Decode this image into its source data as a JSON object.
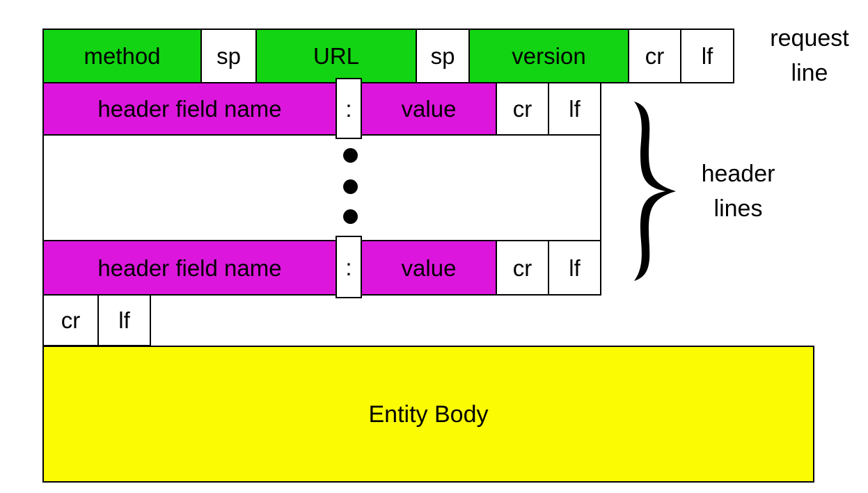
{
  "colors": {
    "green": "#12d412",
    "magenta": "#dc16dc",
    "yellow": "#fbfb04",
    "border": "#000000"
  },
  "request_line": {
    "method": "method",
    "sp1": "sp",
    "url": "URL",
    "sp2": "sp",
    "version": "version",
    "cr": "cr",
    "lf": "lf"
  },
  "header_line": {
    "field_name": "header field name",
    "colon": ":",
    "value": "value",
    "cr": "cr",
    "lf": "lf"
  },
  "blank_line": {
    "cr": "cr",
    "lf": "lf"
  },
  "entity_body": {
    "label": "Entity Body"
  },
  "annotations": {
    "request_line": [
      "request",
      "line"
    ],
    "header_lines": [
      "header",
      "lines"
    ]
  }
}
